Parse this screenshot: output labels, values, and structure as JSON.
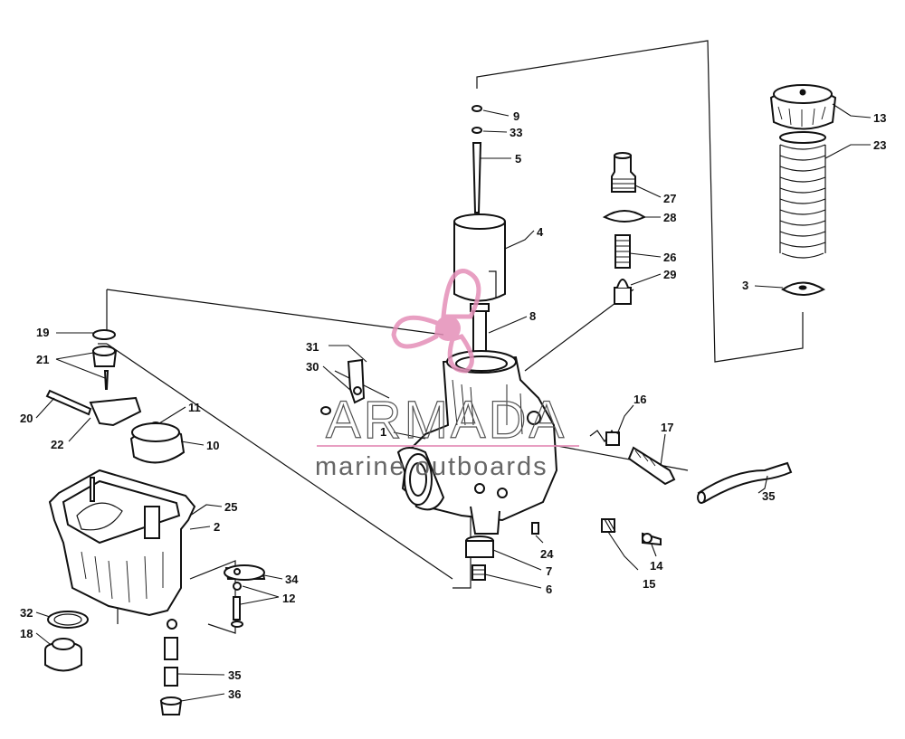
{
  "diagram": {
    "callouts": [
      {
        "id": "c9",
        "label": "9"
      },
      {
        "id": "c33",
        "label": "33"
      },
      {
        "id": "c5",
        "label": "5"
      },
      {
        "id": "c4",
        "label": "4"
      },
      {
        "id": "c8",
        "label": "8"
      },
      {
        "id": "c27",
        "label": "27"
      },
      {
        "id": "c28",
        "label": "28"
      },
      {
        "id": "c26",
        "label": "26"
      },
      {
        "id": "c29",
        "label": "29"
      },
      {
        "id": "c13",
        "label": "13"
      },
      {
        "id": "c23",
        "label": "23"
      },
      {
        "id": "c3",
        "label": "3"
      },
      {
        "id": "c19",
        "label": "19"
      },
      {
        "id": "c21",
        "label": "21"
      },
      {
        "id": "c20",
        "label": "20"
      },
      {
        "id": "c22",
        "label": "22"
      },
      {
        "id": "c11",
        "label": "11"
      },
      {
        "id": "c10",
        "label": "10"
      },
      {
        "id": "c25",
        "label": "25"
      },
      {
        "id": "c2",
        "label": "2"
      },
      {
        "id": "c31",
        "label": "31"
      },
      {
        "id": "c30",
        "label": "30"
      },
      {
        "id": "c1",
        "label": "1"
      },
      {
        "id": "c16",
        "label": "16"
      },
      {
        "id": "c17",
        "label": "17"
      },
      {
        "id": "c35a",
        "label": "35"
      },
      {
        "id": "c24",
        "label": "24"
      },
      {
        "id": "c7",
        "label": "7"
      },
      {
        "id": "c6",
        "label": "6"
      },
      {
        "id": "c14",
        "label": "14"
      },
      {
        "id": "c15",
        "label": "15"
      },
      {
        "id": "c34",
        "label": "34"
      },
      {
        "id": "c12",
        "label": "12"
      },
      {
        "id": "c32",
        "label": "32"
      },
      {
        "id": "c18",
        "label": "18"
      },
      {
        "id": "c35b",
        "label": "35"
      },
      {
        "id": "c36",
        "label": "36"
      }
    ]
  },
  "watermark": {
    "brand": "ARMADA",
    "tagline": "marine outboards",
    "logo_color": "#e48fb8"
  }
}
